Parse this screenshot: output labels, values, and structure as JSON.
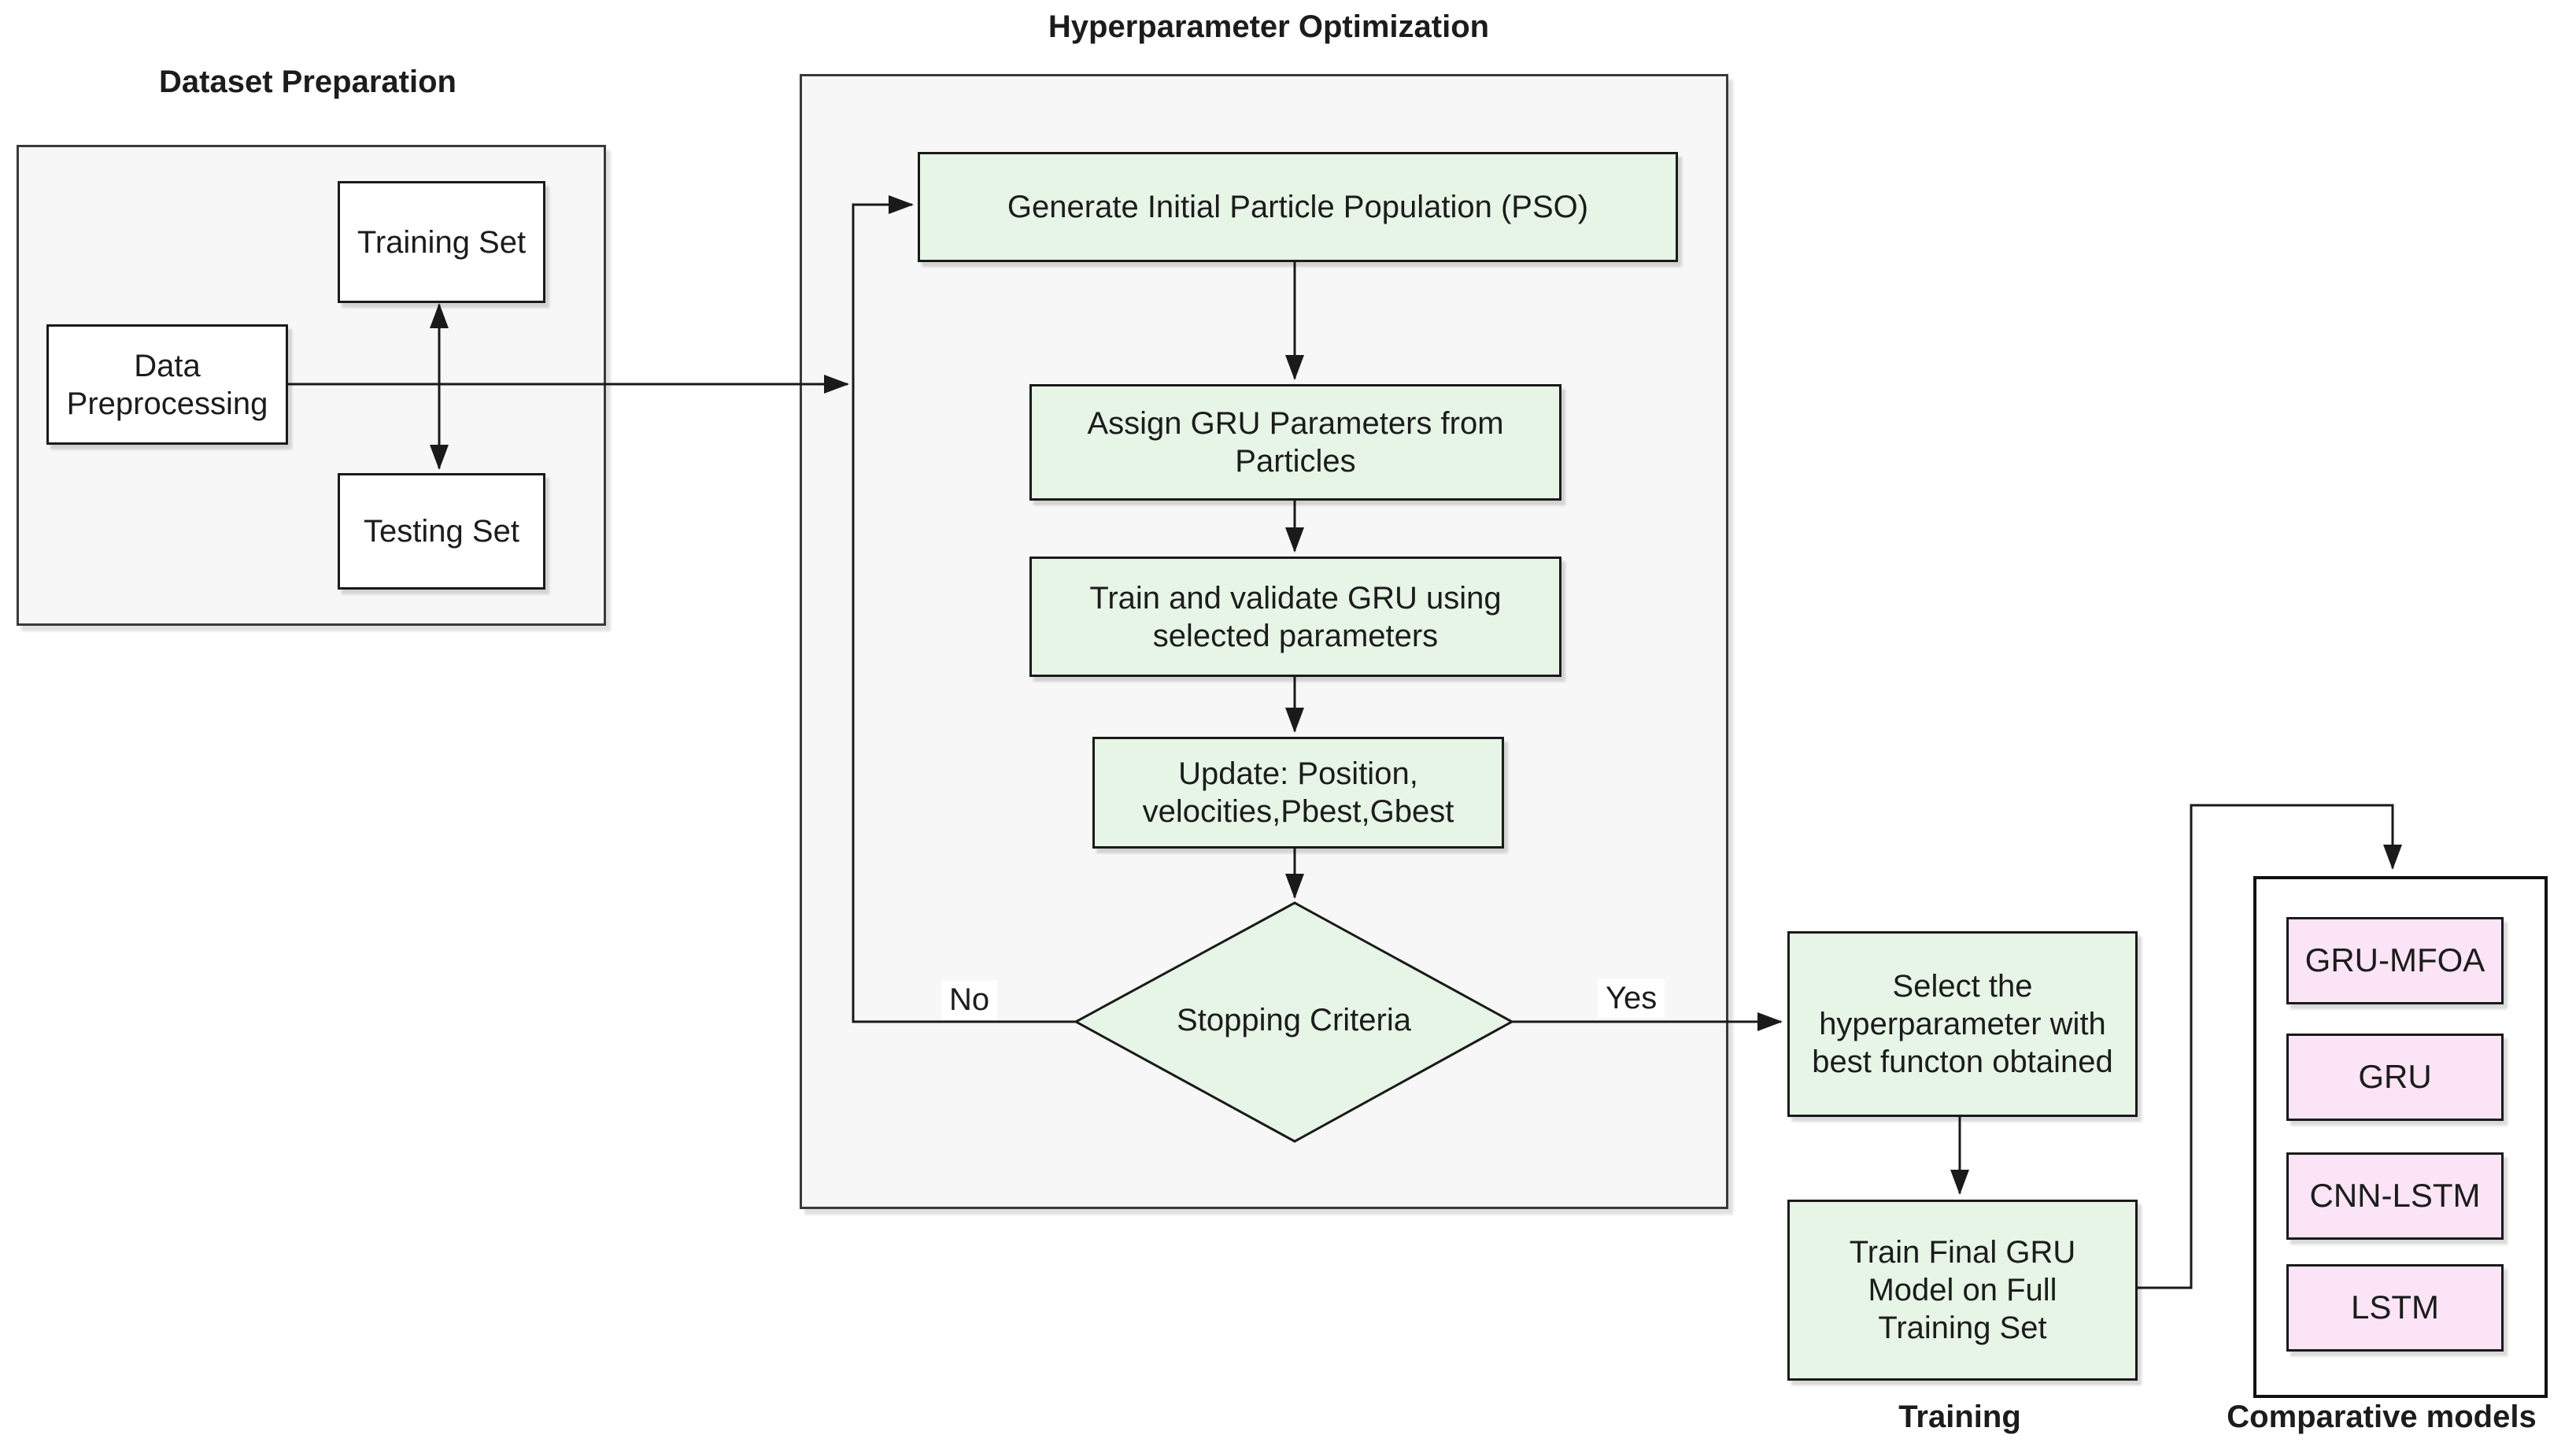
{
  "diagram": {
    "dataset_preparation": {
      "title": "Dataset Preparation",
      "data_preprocessing": "Data\nPreprocessing",
      "training_set": "Training Set",
      "testing_set": "Testing Set"
    },
    "hyperparameter_optimization": {
      "title": "Hyperparameter Optimization",
      "generate_population": "Generate Initial Particle Population (PSO)",
      "assign_parameters": "Assign GRU Parameters from\nParticles",
      "train_validate": "Train and validate GRU using\nselected parameters",
      "update_particles": "Update: Position,\nvelocities,Pbest,Gbest",
      "decision": "Stopping Criteria",
      "no_label": "No",
      "yes_label": "Yes"
    },
    "training": {
      "label": "Training",
      "select_hyperparameter": "Select the\nhyperparameter with\nbest functon obtained",
      "train_final": "Train Final GRU\nModel on Full\nTraining Set"
    },
    "comparative_models": {
      "label": "Comparative models",
      "models": [
        "GRU-MFOA",
        "GRU",
        "CNN-LSTM",
        "LSTM"
      ]
    }
  },
  "colors": {
    "step-green": "#e6f5e6",
    "model-pink": "#fbe4f5",
    "panel-gray": "#f7f7f7",
    "panel-white": "#ffffff",
    "node-border": "#1a1a1a",
    "edge-line": "#1a1a1a"
  }
}
